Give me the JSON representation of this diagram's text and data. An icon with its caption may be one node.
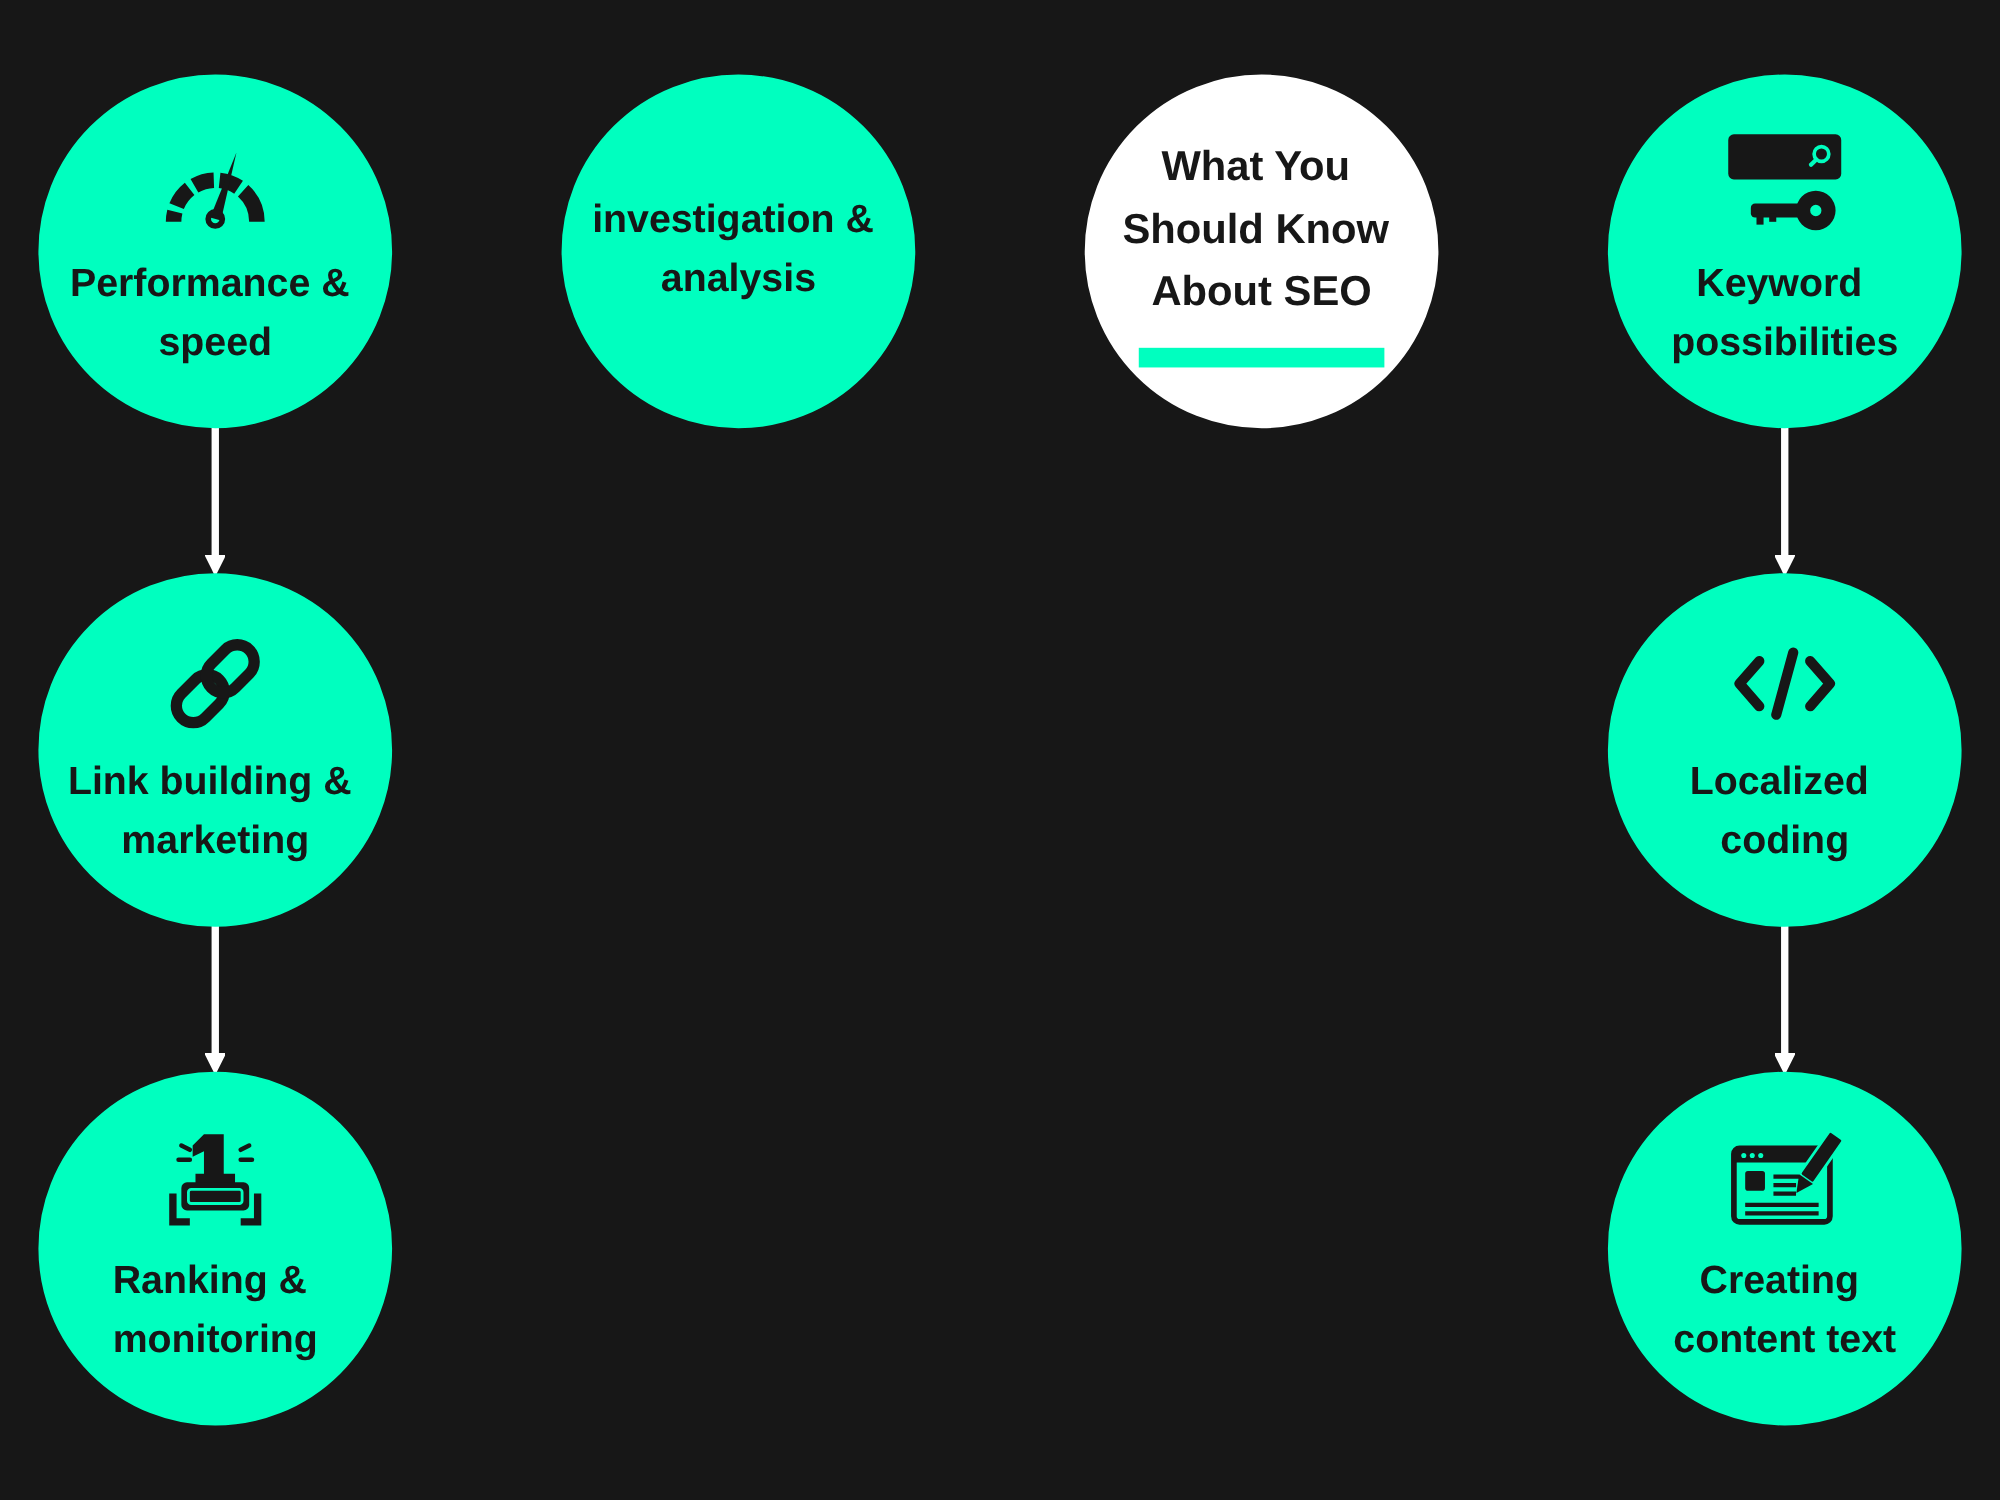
{
  "diagram": {
    "nodes": [
      {
        "text": [
          "What You Should Know About SEO"
        ]
      },
      {
        "text": [
          "investigation & analysis"
        ]
      },
      {
        "text": [
          "Keyword possibilities"
        ]
      },
      {
        "text": [
          "Localized coding"
        ]
      },
      {
        "text": [
          "Creating content text"
        ]
      },
      {
        "text": [
          "Performance & speed"
        ]
      },
      {
        "text": [
          "Link building & marketing"
        ]
      },
      {
        "text": [
          "Ranking & monitoring"
        ]
      }
    ],
    "edges": [
      {
        "from": 2,
        "to": 3,
        "arrow": "to"
      },
      {
        "from": 3,
        "to": 4,
        "arrow": "to"
      },
      {
        "from": 5,
        "to": 6,
        "arrow": "to"
      },
      {
        "from": 6,
        "to": 7,
        "arrow": "to"
      }
    ]
  }
}
